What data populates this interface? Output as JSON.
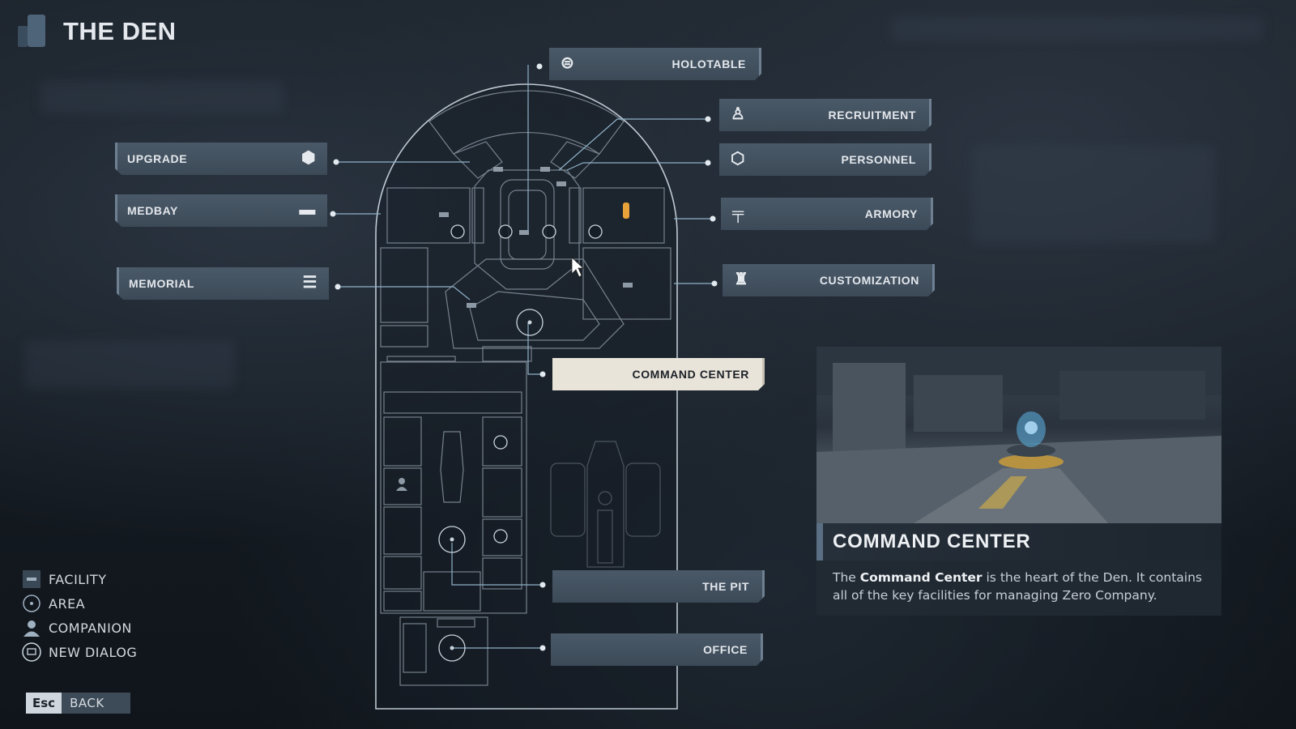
{
  "header": {
    "title": "THE DEN"
  },
  "callouts": {
    "holotable": "HOLOTABLE",
    "recruitment": "RECRUITMENT",
    "personnel": "PERSONNEL",
    "armory": "ARMORY",
    "customization": "CUSTOMIZATION",
    "upgrade": "UPGRADE",
    "medbay": "MEDBAY",
    "memorial": "MEMORIAL",
    "command_center": "COMMAND CENTER",
    "the_pit": "THE PIT",
    "office": "OFFICE"
  },
  "info": {
    "title": "COMMAND CENTER",
    "desc_pre": "The ",
    "desc_bold": "Command Center",
    "desc_post": " is the heart of the Den. It contains all of the key facilities for managing Zero Company."
  },
  "legend": {
    "facility": "FACILITY",
    "area": "AREA",
    "companion": "COMPANION",
    "new_dialog": "NEW DIALOG"
  },
  "footer": {
    "key": "Esc",
    "back": "BACK"
  },
  "icons": {
    "holotable": "holotable-icon",
    "recruitment": "recruitment-icon",
    "personnel": "personnel-icon",
    "armory": "armory-icon",
    "customization": "customization-icon",
    "upgrade": "upgrade-icon",
    "medbay": "medbay-icon",
    "memorial": "memorial-icon"
  },
  "colors": {
    "accent": "#6e8091",
    "active": "#e9e4da",
    "line": "#8fb1c8"
  }
}
